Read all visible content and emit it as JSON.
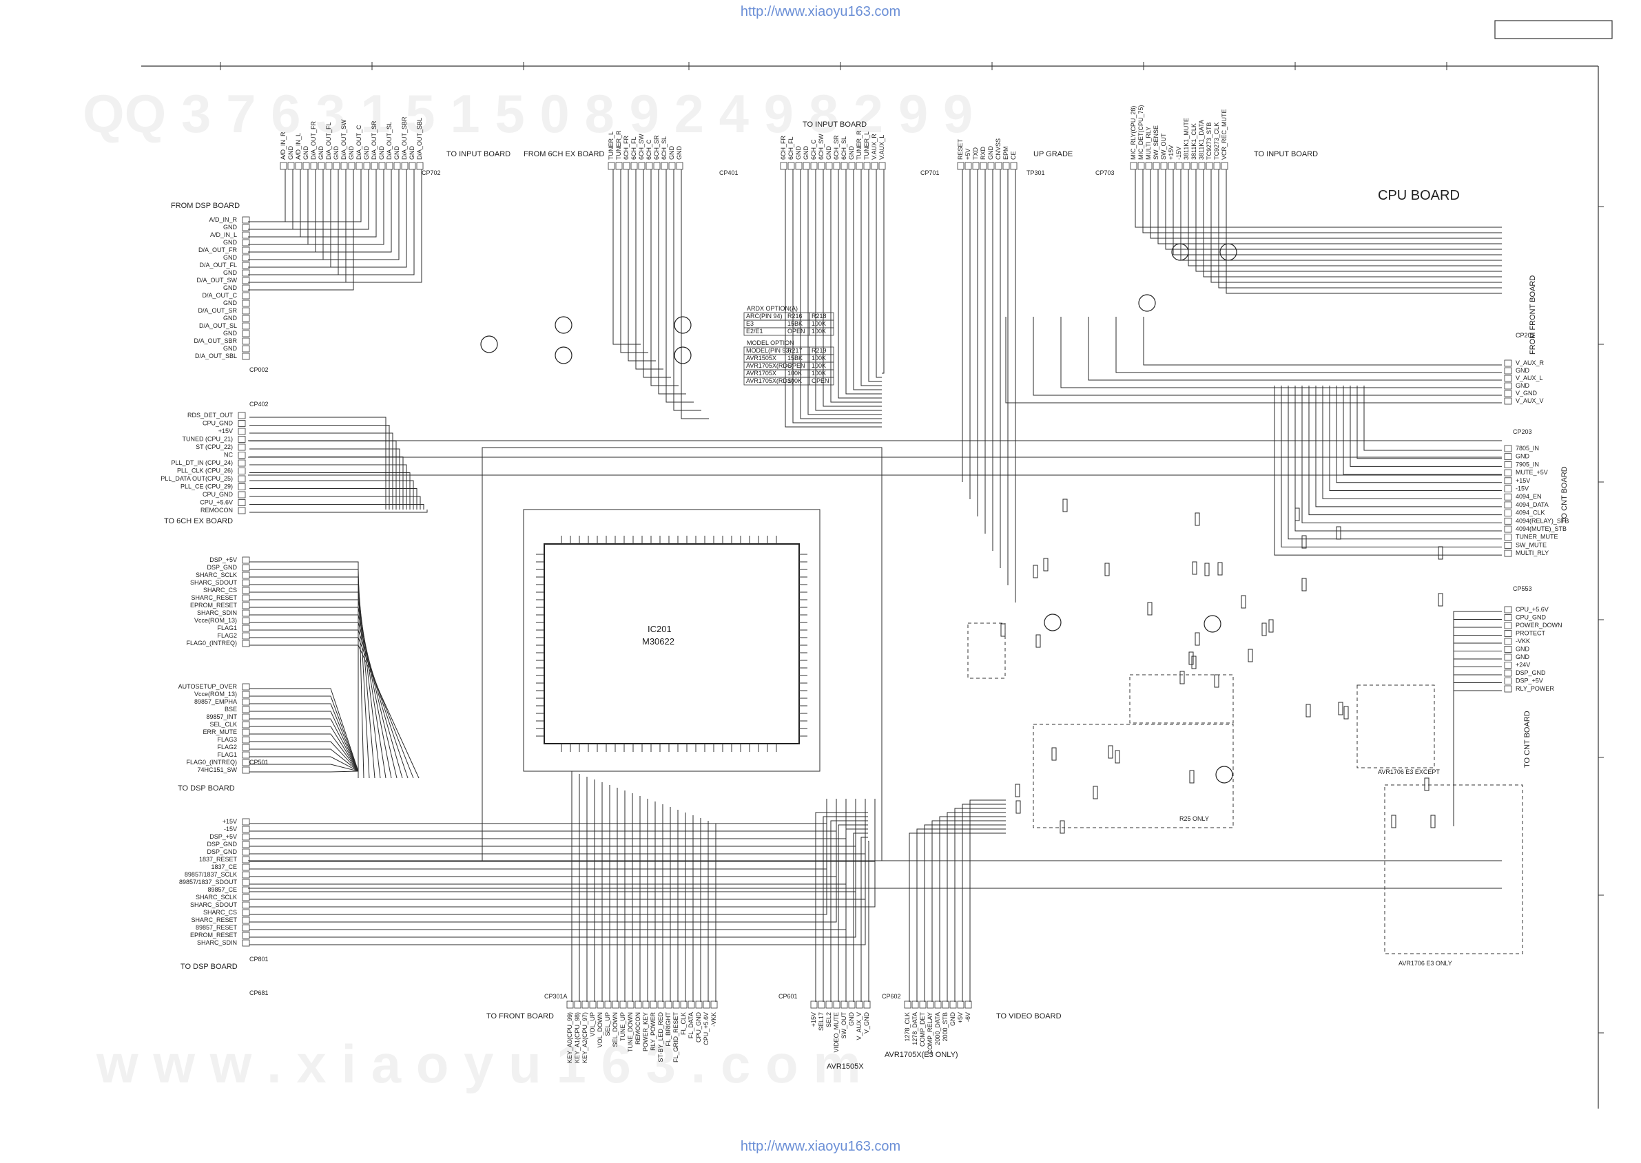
{
  "header_url": "http://www.xiaoyu163.com",
  "footer_url": "http://www.xiaoyu163.com",
  "watermark_digits": "QQ 3 7 6 3 1 5 1 5 0     8 9 2 4 9 8 2 9 9",
  "watermark_site": "w w w . x i a o y u 1 6 3 . c o m",
  "board_title": "CPU BOARD",
  "ic": {
    "ref": "IC201",
    "part": "M30622"
  },
  "sections": {
    "to_input_board_1": "TO INPUT BOARD",
    "from_6ch_ex_board": "FROM 6CH EX BOARD",
    "to_input_board_2": "TO INPUT BOARD",
    "up_grade": "UP GRADE",
    "to_input_board_3": "TO INPUT BOARD",
    "from_dsp_board": "FROM DSP BOARD",
    "to_6ch_ex_board": "TO 6CH EX BOARD",
    "to_dsp_board_1": "TO DSP BOARD",
    "to_dsp_board_2": "TO DSP BOARD",
    "to_front_board": "TO FRONT BOARD",
    "to_video_board": "TO VIDEO BOARD",
    "from_front_board": "FROM FRONT BOARD",
    "to_cnt_board_1": "TO CNT BOARD",
    "to_cnt_board_2": "TO CNT BOARD"
  },
  "connectors": [
    "CP702",
    "CP401",
    "CP701",
    "CP703",
    "TP301",
    "CP002",
    "CP402",
    "CP501",
    "CP801",
    "CP681",
    "CP301A",
    "CP601",
    "CP602",
    "CP201",
    "CP203",
    "CP553"
  ],
  "variants": {
    "avr1505x": "AVR1505X",
    "avr1705x_e3_only": "AVR1705X(E3 ONLY)",
    "avr1706_e3_except": "AVR1706 E3 EXCEPT",
    "avr1706_e3_only": "AVR1706 E3 ONLY",
    "r25_only": "R25 ONLY"
  },
  "from_dsp_pins": [
    "A/D_IN_R",
    "GND",
    "A/D_IN_L",
    "GND",
    "D/A_OUT_FR",
    "GND",
    "D/A_OUT_FL",
    "GND",
    "D/A_OUT_SW",
    "GND",
    "D/A_OUT_C",
    "GND",
    "D/A_OUT_SR",
    "GND",
    "D/A_OUT_SL",
    "GND",
    "D/A_OUT_SBR",
    "GND",
    "D/A_OUT_SBL"
  ],
  "rds_pins": [
    "RDS_DET_OUT",
    "CPU_GND",
    "+15V",
    "TUNED (CPU_21)",
    "ST (CPU_22)",
    "NC",
    "PLL_DT_IN (CPU_24)",
    "PLL_CLK (CPU_26)",
    "PLL_DATA OUT(CPU_25)",
    "PLL_CE (CPU_29)",
    "CPU_GND",
    "CPU_+5.6V",
    "REMOCON"
  ],
  "dsp1_pins": [
    "DSP_+5V",
    "DSP_GND",
    "SHARC_SCLK",
    "SHARC_SDOUT",
    "SHARC_CS",
    "SHARC_RESET",
    "EPROM_RESET",
    "SHARC_SDIN",
    "Vcce(ROM_13)",
    "FLAG1",
    "FLAG2",
    "FLAG0_(INTREQ)"
  ],
  "dsp2_pins": [
    "AUTOSETUP_OVER",
    "Vcce(ROM_13)",
    "89857_EMPHA",
    "BSE",
    "89857_INT",
    "SEL_CLK",
    "ERR_MUTE",
    "FLAG3",
    "FLAG2",
    "FLAG1",
    "FLAG0_(INTREQ)",
    "74HC151_SW"
  ],
  "dsp3_pins": [
    "+15V",
    "-15V",
    "DSP_+5V",
    "DSP_GND",
    "DSP_GND",
    "1837_RESET",
    "1837_CE",
    "89857/1837_SCLK",
    "89857/1837_SDOUT",
    "89857_CE",
    "SHARC_SCLK",
    "SHARC_SDOUT",
    "SHARC_CS",
    "SHARC_RESET",
    "89857_RESET",
    "EPROM_RESET",
    "SHARC_SDIN"
  ],
  "front_board_pins": [
    "V_AUX_R",
    "GND",
    "V_AUX_L",
    "GND",
    "V_GND",
    "V_AUX_V"
  ],
  "cnt1_pins": [
    "7805_IN",
    "GND",
    "7905_IN",
    "MUTE_+5V",
    "+15V",
    "-15V",
    "4094_EN",
    "4094_DATA",
    "4094_CLK",
    "4094(RELAY)_STB",
    "4094(MUTE)_STB",
    "TUNER_MUTE",
    "SW_MUTE",
    "MULTI_RLY"
  ],
  "cnt2_pins": [
    "CPU_+5.6V",
    "CPU_GND",
    "POWER_DOWN",
    "PROTECT",
    "-VKK",
    "GND",
    "GND",
    "+24V",
    "DSP_GND",
    "DSP_+5V",
    "RLY_POWER"
  ],
  "top_input_pins": [
    "A/D_IN_R",
    "GND",
    "A/D_IN_L",
    "GND",
    "D/A_OUT_FR",
    "GND",
    "D/A_OUT_FL",
    "GND",
    "D/A_OUT_SW",
    "GND",
    "D/A_OUT_C",
    "GND",
    "D/A_OUT_SR",
    "GND",
    "D/A_OUT_SL",
    "GND",
    "D/A_OUT_SBR",
    "GND",
    "D/A_OUT_SBL"
  ],
  "top_6ch_pins": [
    "TUNER_L",
    "TUNER_R",
    "6CH_FR",
    "6CH_FL",
    "6CH_SW",
    "6CH_C",
    "6CH_SR",
    "6CH_SL",
    "GND",
    "GND"
  ],
  "top_input2_pins": [
    "6CH_FR",
    "6CH_FL",
    "GND",
    "GND",
    "6CH_C",
    "6CH_SW",
    "GND",
    "6CH_SR",
    "6CH_SL",
    "GND",
    "TUNER_R",
    "TUNER_L",
    "V.AUX_R",
    "V.AUX_L"
  ],
  "top_upgrade_pins": [
    "RESET",
    "+5V",
    "TXD",
    "RXD",
    "GND",
    "CNVSS",
    "EPM",
    "CE"
  ],
  "top_input3_pins": [
    "MIC_RLY(CPU_28)",
    "MIC_DET(CPU_75)",
    "MULTI_RLY",
    "SW_SENSE",
    "SW_OUT",
    "+15V",
    "-15V",
    "3811K1_MUTE",
    "3811K1_CLK",
    "3811K1_DATA",
    "TC9273_STB",
    "TC9273_CLK",
    "VCR_REC_MUTE"
  ],
  "bottom_front_pins": [
    "KEY_A0(CPU_99)",
    "KEY_A1(CPU_98)",
    "KEY_A2(CPU_97)",
    "VOL_UP",
    "VOL_DOWN",
    "SEL_UP",
    "SEL_DOWN",
    "TUNE_UP",
    "TUNE_DOWN",
    "REMOCON",
    "POWER_KEY",
    "RLY_POWER",
    "ST-BY_LED_RED",
    "FL_BRIGHT",
    "FL_GRID_RESET",
    "FL_CLK",
    "FL_DATA",
    "CPU_GND",
    "CPU_+5.6V",
    "-VKK"
  ],
  "bottom_601_pins": [
    "+15V",
    "SEL17",
    "SEL2",
    "VIDEO_MUTE",
    "SW_OUT",
    "GND",
    "V_AUX_V",
    "V_GND"
  ],
  "bottom_video_pins": [
    "1278_CLK",
    "1278_DATA",
    "COMP_DET",
    "COMP_RELAY",
    "2000_DATA",
    "2000_STB",
    "GND",
    "+5V",
    "-6V"
  ],
  "option_table_a": {
    "title": "ARDX OPTION(A)",
    "head": [
      "ARC(PIN 94)",
      "R216",
      "R218"
    ],
    "rows": [
      [
        "E3",
        "15BK",
        "100K"
      ],
      [
        "E2/E1",
        "OPEN",
        "100K"
      ]
    ]
  },
  "option_table_b": {
    "title": "MODEL OPTION",
    "head": [
      "MODEL(PIN 93)",
      "R217",
      "R219"
    ],
    "rows": [
      [
        "AVR1505X",
        "15BK",
        "100K"
      ],
      [
        "AVR1705X(RDS)",
        "OPEN",
        "100K"
      ],
      [
        "AVR1705X",
        "100K",
        "100K"
      ],
      [
        "AVR1705X(RDS)",
        "100K",
        "OPEN"
      ]
    ]
  }
}
